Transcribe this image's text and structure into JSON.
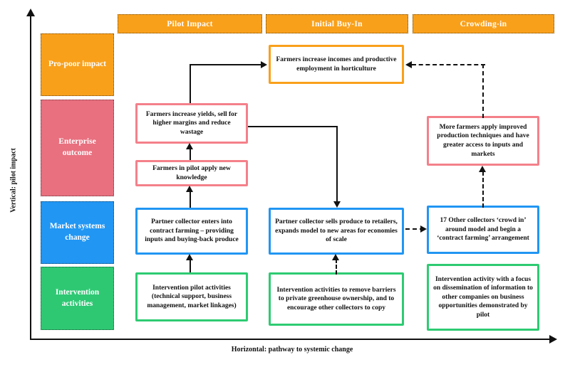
{
  "axes": {
    "vertical_label": "Vertical: pilot impact",
    "horizontal_label": "Horizontal: pathway to systemic change"
  },
  "column_headers": [
    {
      "label": "Pilot Impact"
    },
    {
      "label": "Initial Buy-In"
    },
    {
      "label": "Crowding-in"
    }
  ],
  "row_labels": [
    {
      "label": "Pro-poor impact",
      "color": "#F9A01B"
    },
    {
      "label": "Enterprise outcome",
      "color": "#E8707F"
    },
    {
      "label": "Market systems change",
      "color": "#2196F3"
    },
    {
      "label": "Intervention activities",
      "color": "#2EC873"
    }
  ],
  "boxes": {
    "pilot_enterprise_top": {
      "text": "Farmers increase yields, sell for higher margins and reduce wastage",
      "border_color": "#F4808A"
    },
    "pilot_enterprise_bottom": {
      "text": "Farmers in pilot apply new knowledge",
      "border_color": "#F4808A"
    },
    "pilot_market": {
      "text": "Partner collector enters into contract farming – providing inputs and buying-back produce",
      "border_color": "#2196F3"
    },
    "pilot_intervention": {
      "text": "Intervention pilot activities (technical support, business management, market linkages)",
      "border_color": "#2ECB72"
    },
    "buyin_propoor": {
      "text": "Farmers increase incomes and productive employment in horticulture",
      "border_color": "#F9A01B"
    },
    "buyin_market": {
      "text": "Partner collector sells produce to retailers, expands model to new areas for economies of scale",
      "border_color": "#2196F3"
    },
    "buyin_intervention": {
      "text": "Intervention activities to remove barriers to private greenhouse ownership, and to encourage other collectors to copy",
      "border_color": "#2ECB72"
    },
    "crowding_enterprise": {
      "text": "More farmers apply improved production techniques and have greater access to inputs and markets",
      "border_color": "#F4808A"
    },
    "crowding_market": {
      "text": "17 Other collectors ‘crowd in’ around model and begin a ‘contract farming’ arrangement",
      "border_color": "#2196F3"
    },
    "crowding_intervention": {
      "text": "Intervention activity with a focus on dissemination of information to other companies on business opportunities demonstrated by pilot",
      "border_color": "#2ECB72"
    }
  },
  "colors": {
    "header_bg": "#F9A01B",
    "arrow": "#111111",
    "background": "#FFFFFF"
  }
}
